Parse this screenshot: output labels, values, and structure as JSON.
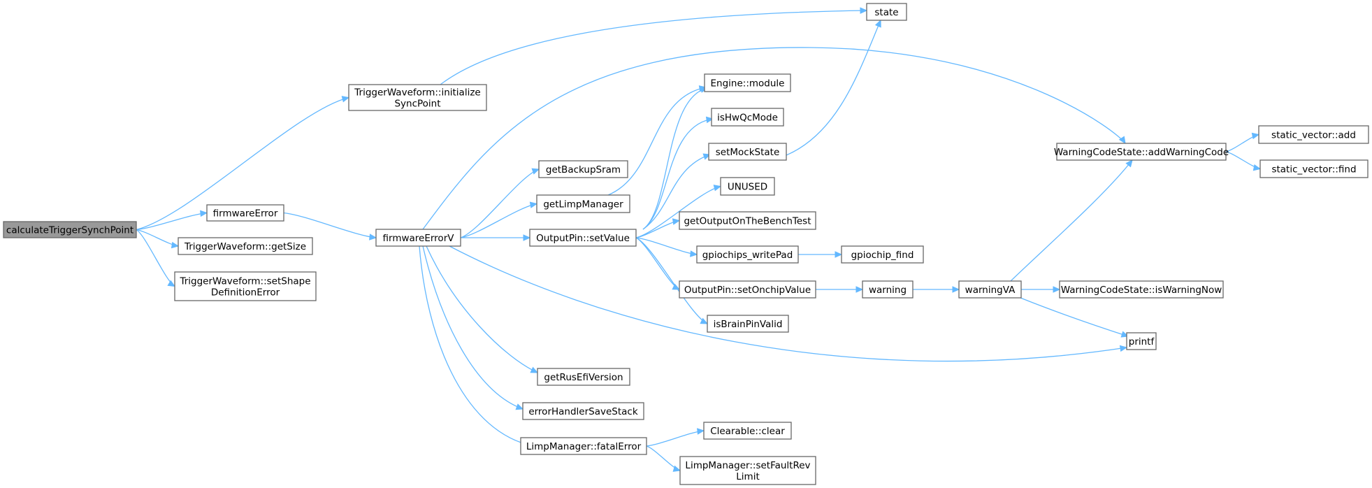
{
  "graph": {
    "nodes": {
      "calculateTriggerSynchPoint": {
        "lines": [
          "calculateTriggerSynchPoint"
        ],
        "root": true
      },
      "initializeSyncPoint": {
        "lines": [
          "TriggerWaveform::initialize",
          "SyncPoint"
        ]
      },
      "firmwareError": {
        "lines": [
          "firmwareError"
        ]
      },
      "getSize": {
        "lines": [
          "TriggerWaveform::getSize"
        ]
      },
      "setShapeDefinitionError": {
        "lines": [
          "TriggerWaveform::setShape",
          "DefinitionError"
        ]
      },
      "state": {
        "lines": [
          "state"
        ]
      },
      "firmwareErrorV": {
        "lines": [
          "firmwareErrorV"
        ]
      },
      "getBackupSram": {
        "lines": [
          "getBackupSram"
        ]
      },
      "getLimpManager": {
        "lines": [
          "getLimpManager"
        ]
      },
      "setValue": {
        "lines": [
          "OutputPin::setValue"
        ]
      },
      "getRusEfiVersion": {
        "lines": [
          "getRusEfiVersion"
        ]
      },
      "errorHandlerSaveStack": {
        "lines": [
          "errorHandlerSaveStack"
        ]
      },
      "fatalError": {
        "lines": [
          "LimpManager::fatalError"
        ]
      },
      "engineModule": {
        "lines": [
          "Engine::module"
        ]
      },
      "isHwQcMode": {
        "lines": [
          "isHwQcMode"
        ]
      },
      "setMockState": {
        "lines": [
          "setMockState"
        ]
      },
      "unused": {
        "lines": [
          "UNUSED"
        ]
      },
      "getOutputOnTheBenchTest": {
        "lines": [
          "getOutputOnTheBenchTest"
        ]
      },
      "gpiochipsWritePad": {
        "lines": [
          "gpiochips_writePad"
        ]
      },
      "setOnchipValue": {
        "lines": [
          "OutputPin::setOnchipValue"
        ]
      },
      "isBrainPinValid": {
        "lines": [
          "isBrainPinValid"
        ]
      },
      "clearableClear": {
        "lines": [
          "Clearable::clear"
        ]
      },
      "setFaultRevLimit": {
        "lines": [
          "LimpManager::setFaultRev",
          "Limit"
        ]
      },
      "gpiochipFind": {
        "lines": [
          "gpiochip_find"
        ]
      },
      "warning": {
        "lines": [
          "warning"
        ]
      },
      "warningVA": {
        "lines": [
          "warningVA"
        ]
      },
      "addWarningCode": {
        "lines": [
          "WarningCodeState::addWarningCode"
        ]
      },
      "isWarningNow": {
        "lines": [
          "WarningCodeState::isWarningNow"
        ]
      },
      "printf": {
        "lines": [
          "printf"
        ]
      },
      "staticVectorAdd": {
        "lines": [
          "static_vector::add"
        ]
      },
      "staticVectorFind": {
        "lines": [
          "static_vector::find"
        ]
      }
    },
    "edges": [
      [
        "calculateTriggerSynchPoint",
        "initializeSyncPoint"
      ],
      [
        "calculateTriggerSynchPoint",
        "firmwareError"
      ],
      [
        "calculateTriggerSynchPoint",
        "getSize"
      ],
      [
        "calculateTriggerSynchPoint",
        "setShapeDefinitionError"
      ],
      [
        "initializeSyncPoint",
        "state"
      ],
      [
        "firmwareError",
        "firmwareErrorV"
      ],
      [
        "firmwareErrorV",
        "addWarningCode"
      ],
      [
        "firmwareErrorV",
        "getBackupSram"
      ],
      [
        "firmwareErrorV",
        "getLimpManager"
      ],
      [
        "firmwareErrorV",
        "setValue"
      ],
      [
        "firmwareErrorV",
        "printf"
      ],
      [
        "firmwareErrorV",
        "getRusEfiVersion"
      ],
      [
        "firmwareErrorV",
        "errorHandlerSaveStack"
      ],
      [
        "firmwareErrorV",
        "fatalError"
      ],
      [
        "getLimpManager",
        "engineModule"
      ],
      [
        "setValue",
        "engineModule"
      ],
      [
        "setValue",
        "isHwQcMode"
      ],
      [
        "setValue",
        "setMockState"
      ],
      [
        "setValue",
        "unused"
      ],
      [
        "setValue",
        "getOutputOnTheBenchTest"
      ],
      [
        "setValue",
        "gpiochipsWritePad"
      ],
      [
        "setValue",
        "setOnchipValue"
      ],
      [
        "setValue",
        "isBrainPinValid"
      ],
      [
        "setMockState",
        "state"
      ],
      [
        "gpiochipsWritePad",
        "gpiochipFind"
      ],
      [
        "setOnchipValue",
        "warning"
      ],
      [
        "warning",
        "warningVA"
      ],
      [
        "warningVA",
        "addWarningCode"
      ],
      [
        "warningVA",
        "isWarningNow"
      ],
      [
        "warningVA",
        "printf"
      ],
      [
        "addWarningCode",
        "staticVectorAdd"
      ],
      [
        "addWarningCode",
        "staticVectorFind"
      ],
      [
        "fatalError",
        "clearableClear"
      ],
      [
        "fatalError",
        "setFaultRevLimit"
      ]
    ]
  }
}
